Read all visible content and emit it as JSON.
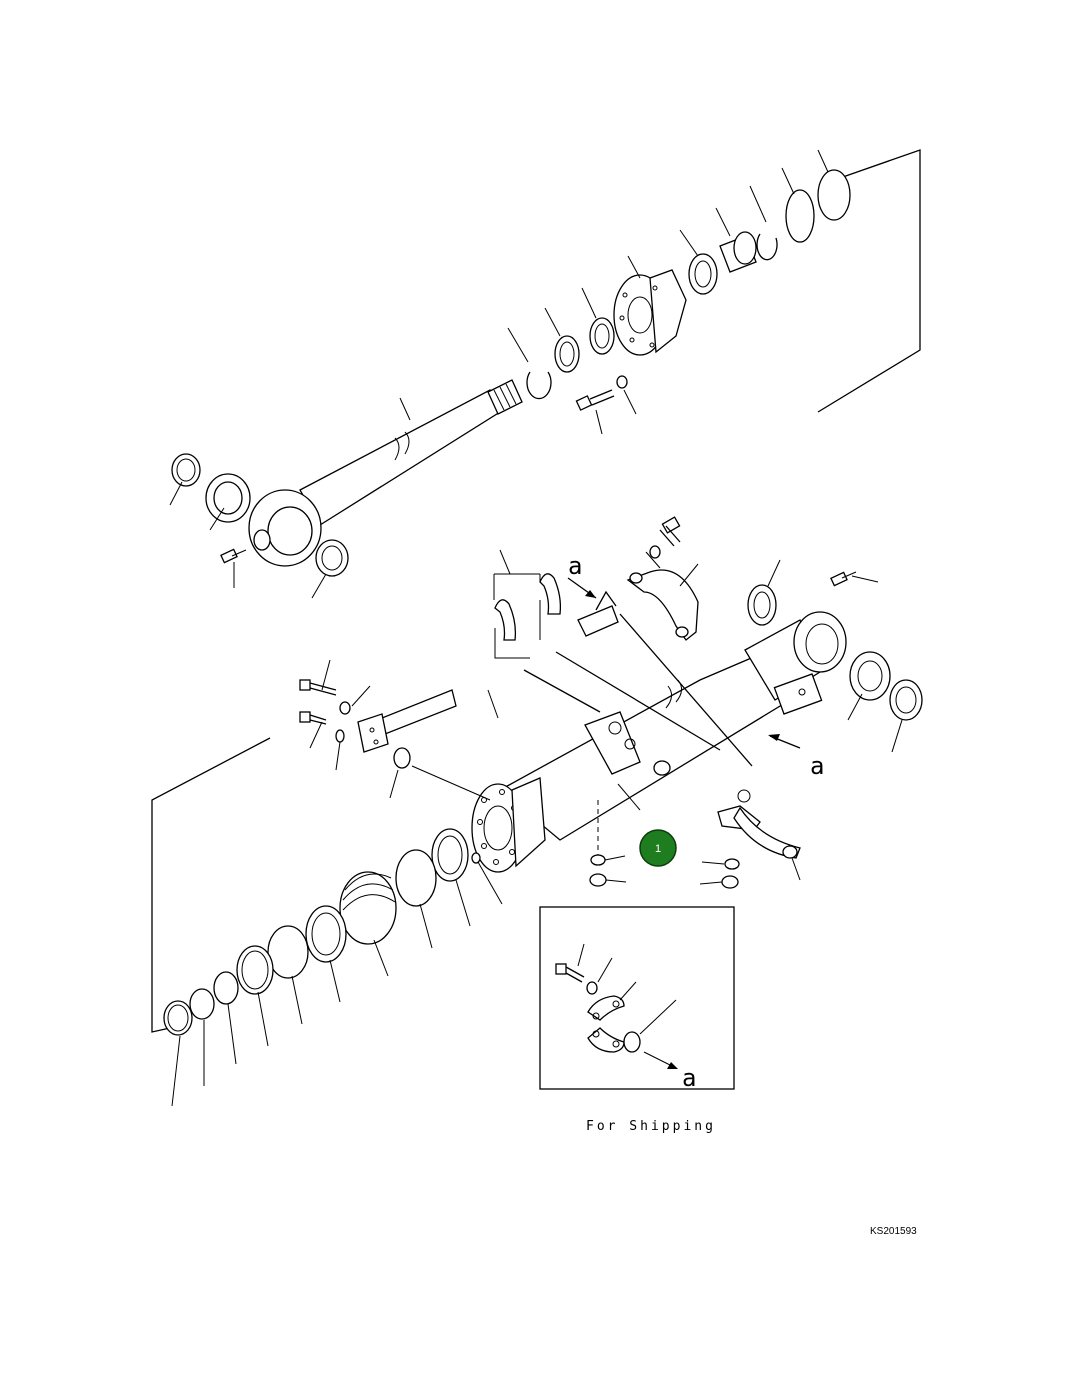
{
  "diagram": {
    "view_a_label": "a",
    "shipping_caption": "For Shipping",
    "drawing_code": "KS201593",
    "callout": {
      "number": "1",
      "color": "#1e7d1e"
    }
  }
}
